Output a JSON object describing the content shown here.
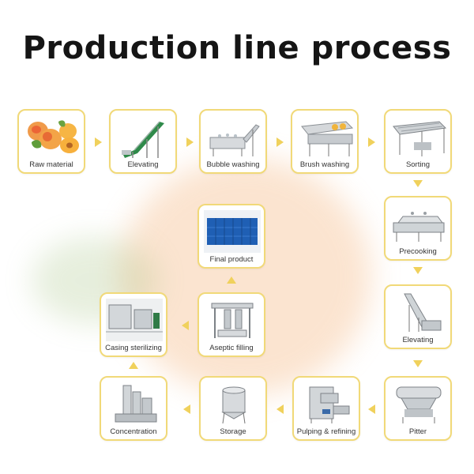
{
  "title": "Production line process",
  "steps": [
    {
      "label": "Raw material"
    },
    {
      "label": "Elevating"
    },
    {
      "label": "Bubble washing"
    },
    {
      "label": "Brush washing"
    },
    {
      "label": "Sorting"
    },
    {
      "label": "Precooking"
    },
    {
      "label": "Elevating"
    },
    {
      "label": "Pitter"
    },
    {
      "label": "Pulping & refining"
    },
    {
      "label": "Storage"
    },
    {
      "label": "Concentration"
    },
    {
      "label": "Casing sterilizing"
    },
    {
      "label": "Aseptic filling"
    },
    {
      "label": "Final product"
    }
  ],
  "colors": {
    "card_border": "#f1d978",
    "arrow": "#f0d15c"
  }
}
